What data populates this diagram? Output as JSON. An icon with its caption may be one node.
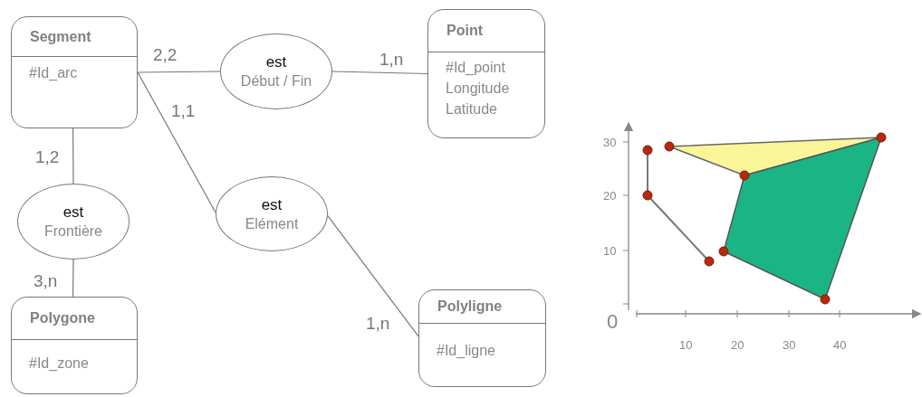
{
  "diagram": {
    "nodes": [
      {
        "text": [
          "Segment",
          "#Id_arc"
        ]
      },
      {
        "text": [
          "est",
          "Début / Fin"
        ]
      },
      {
        "text": [
          "Point",
          "#Id_point",
          "Longitude",
          "Latitude"
        ]
      },
      {
        "text": [
          "est",
          "Frontière"
        ]
      },
      {
        "text": [
          "est",
          "Elément"
        ]
      },
      {
        "text": [
          "Polygone",
          "#Id_zone"
        ]
      },
      {
        "text": [
          "Polyligne",
          "#Id_ligne"
        ]
      }
    ],
    "edges": [
      {
        "from": 0,
        "to": 1,
        "arrow": "none",
        "label": "2,2"
      },
      {
        "from": 1,
        "to": 2,
        "arrow": "none",
        "label": "1,n"
      },
      {
        "from": 0,
        "to": 4,
        "arrow": "none",
        "label": "1,1"
      },
      {
        "from": 4,
        "to": 6,
        "arrow": "none",
        "label": "1,n"
      },
      {
        "from": 0,
        "to": 3,
        "arrow": "none",
        "label": "1,2"
      },
      {
        "from": 3,
        "to": 5,
        "arrow": "none",
        "label": "3,n"
      }
    ],
    "labels": [
      "30",
      "20",
      "10",
      "0",
      "10",
      "20",
      "30",
      "40"
    ]
  }
}
